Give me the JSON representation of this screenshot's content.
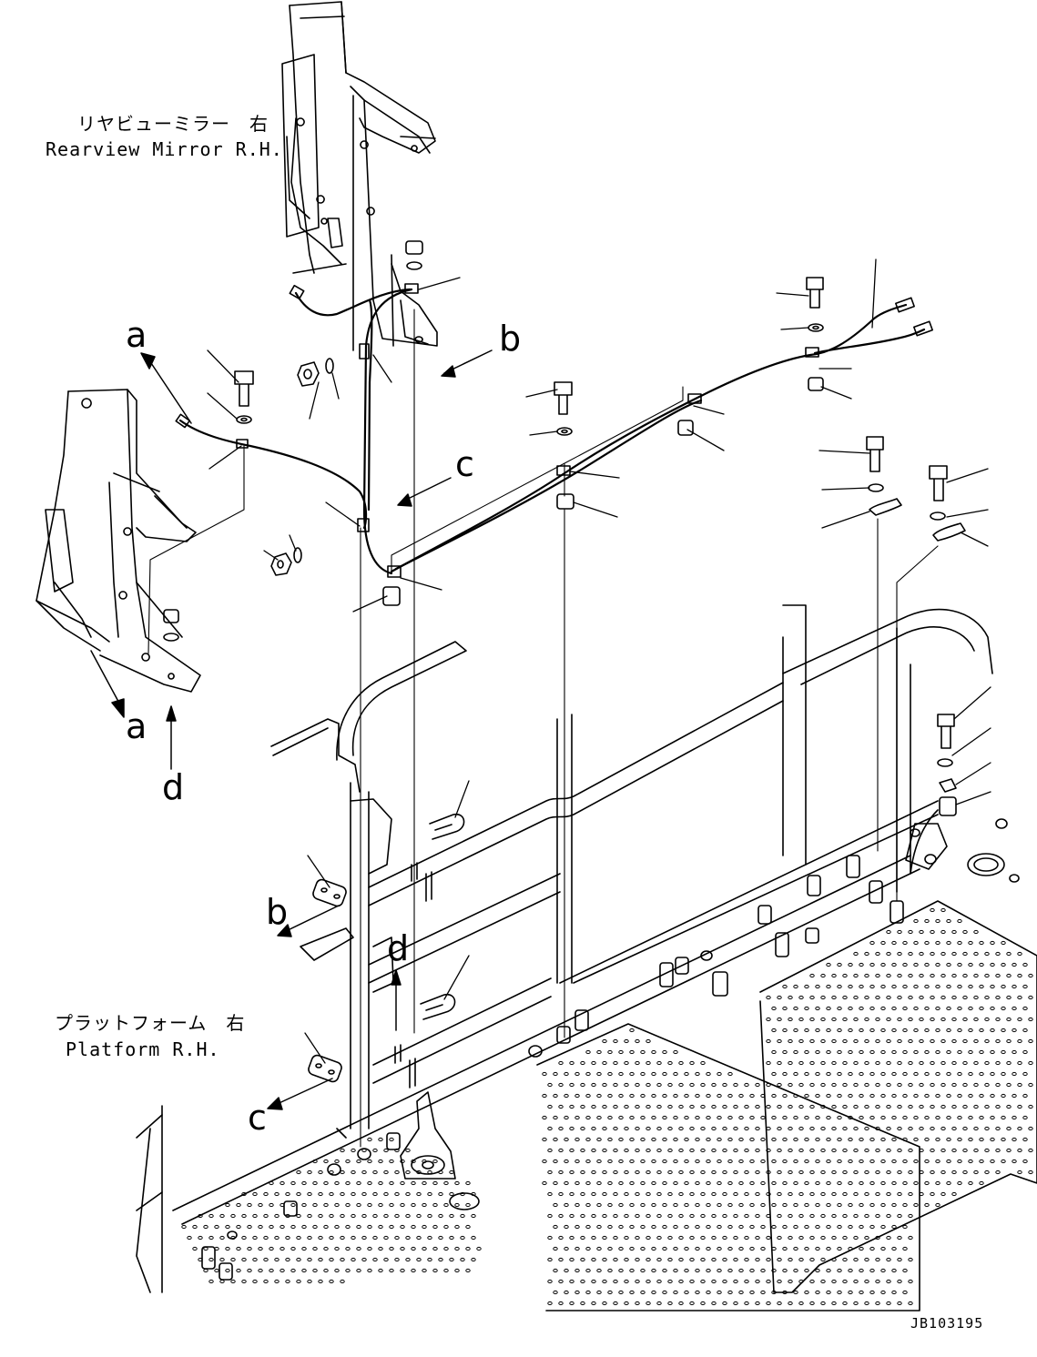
{
  "labels": {
    "mirror_jp": "リヤビューミラー　右",
    "mirror_en": "Rearview Mirror R.H.",
    "platform_jp": "プラットフォーム　右",
    "platform_en": "Platform R.H."
  },
  "reference_letters": {
    "a_top": "a",
    "a_bottom": "a",
    "b_top": "b",
    "b_bottom": "b",
    "c_top": "c",
    "c_bottom": "c",
    "d_left": "d",
    "d_center": "d"
  },
  "drawing_code": "JB103195",
  "colors": {
    "ink": "#000000",
    "paper": "#ffffff"
  }
}
